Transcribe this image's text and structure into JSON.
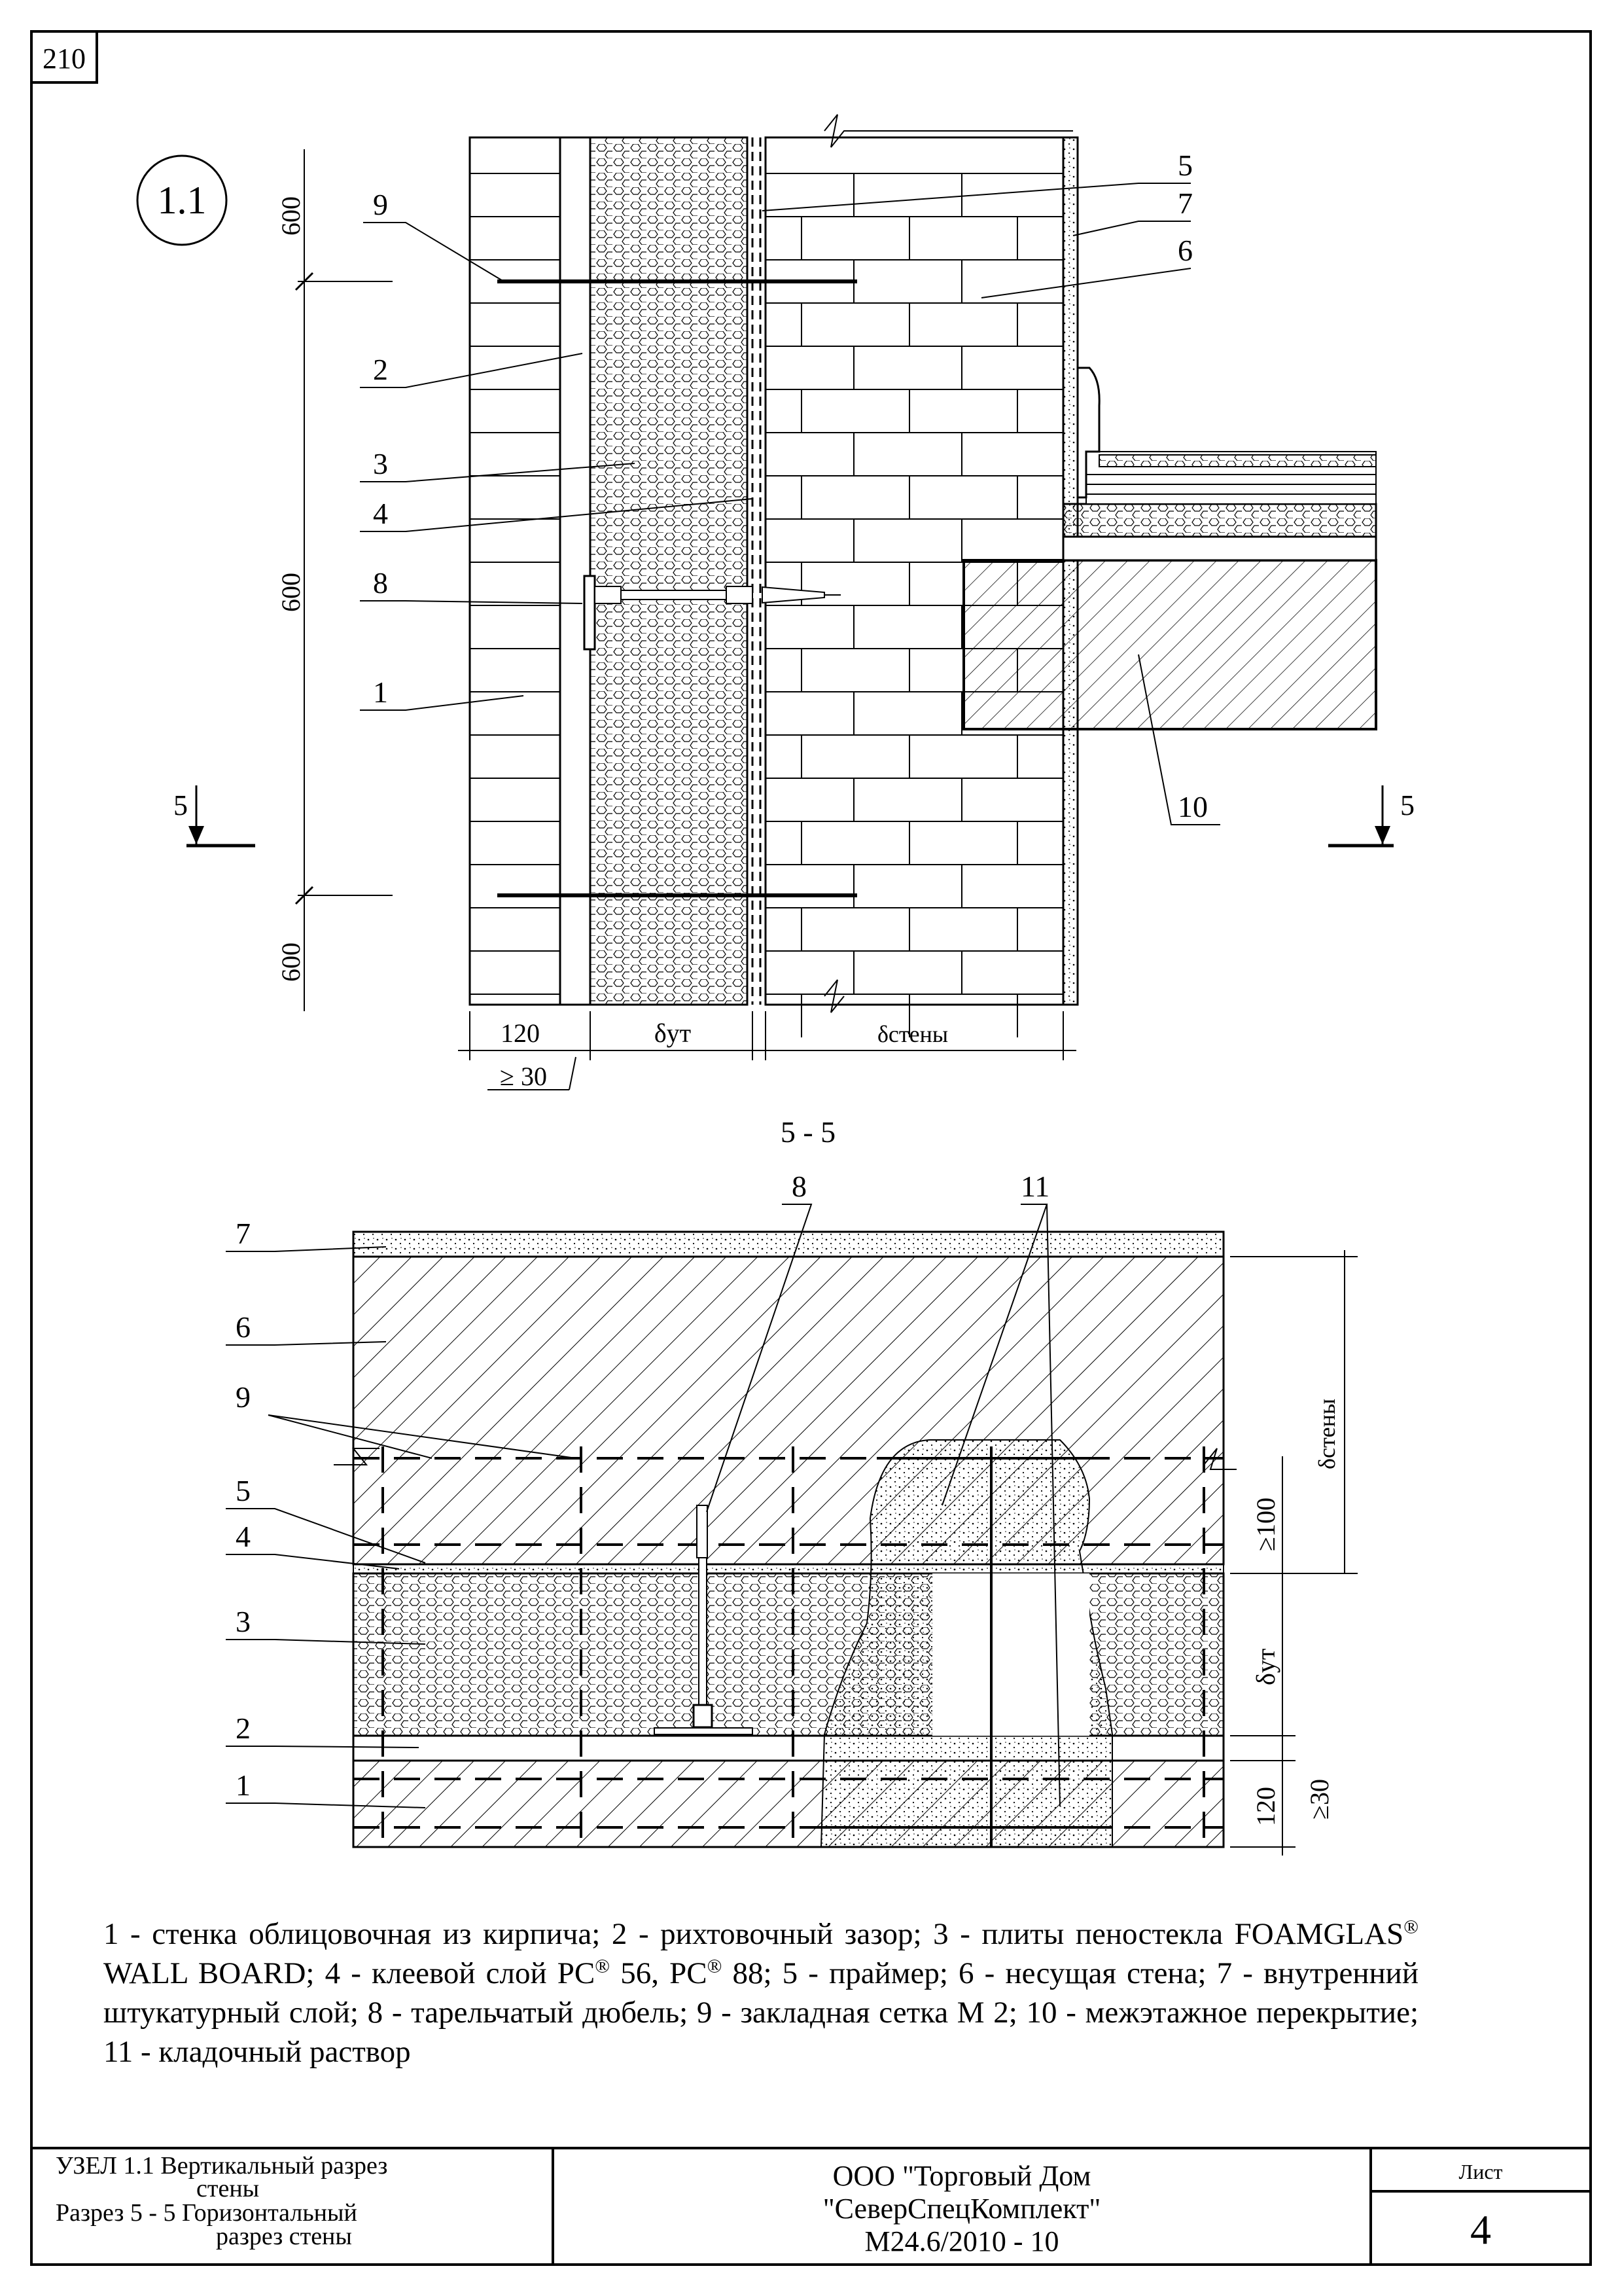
{
  "page_number": "210",
  "node_label": "1.1",
  "section_title": "5 - 5",
  "section_marker": "5",
  "callouts": {
    "top": [
      "1",
      "2",
      "3",
      "4",
      "5",
      "6",
      "7",
      "8",
      "9",
      "10"
    ],
    "bottom": [
      "1",
      "2",
      "3",
      "4",
      "5",
      "6",
      "7",
      "8",
      "9",
      "11"
    ]
  },
  "dimensions": {
    "top_600_a": "600",
    "mid_600": "600",
    "bottom_600": "600",
    "d120": "120",
    "gap": "≥ 30",
    "delta_ut": "δут",
    "delta_wall": "δстены",
    "b100": "≥100",
    "b_delta_ut": "δут",
    "b_delta_wall": "δстены",
    "b120": "120",
    "b30": "≥30"
  },
  "legend": {
    "p1": "1 - стенка облицовочная из кирпича; 2 - рихтовочный зазор; 3 - плиты пеностекла FOAMGLAS",
    "reg": "®",
    "p2": " WALL BOARD; 4 - клеевой слой PC",
    "p3": " 56, PC",
    "p4": " 88; 5 - праймер; 6 - несущая стена; 7 - внутренний штукатурный слой; 8 - тарельчатый дюбель; 9 - закладная сетка М 2; 10 - межэтажное перекрытие; 11 - кладочный раствор"
  },
  "title_block": {
    "line1": "УЗЕЛ 1.1 Вертикальный разрез",
    "line2": "стены",
    "line3": "Разрез 5 - 5 Горизонтальный",
    "line4": "разрез стены",
    "org1": "ООО \"Торговый Дом",
    "org2": "\"СеверСпецКомплект\"",
    "code": "М24.6/2010 - 10",
    "sheet_label": "Лист",
    "sheet_no": "4"
  }
}
